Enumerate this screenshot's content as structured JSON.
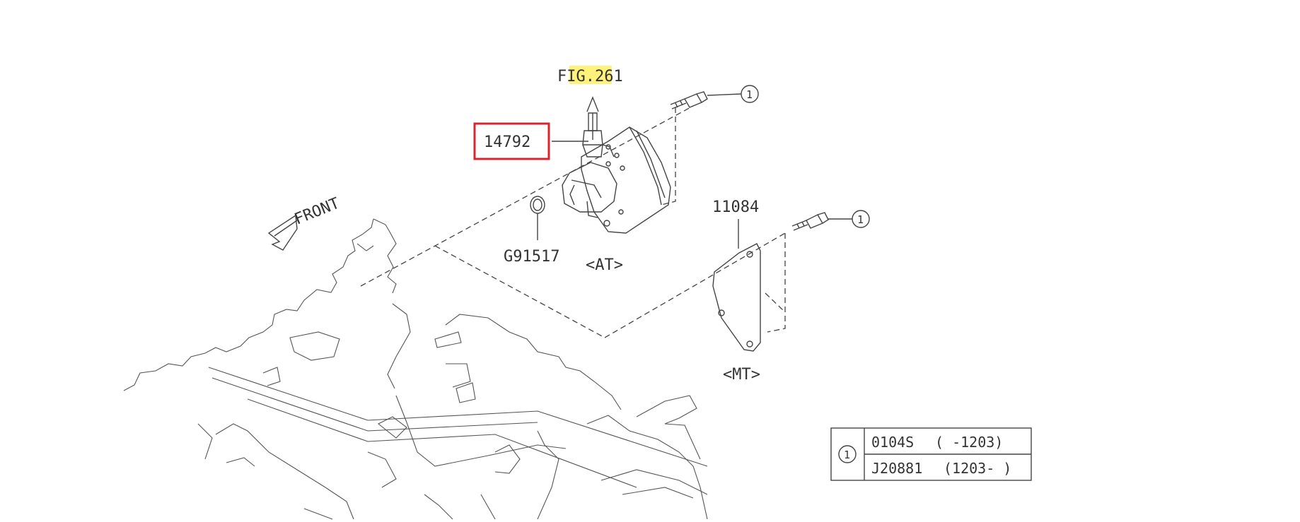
{
  "figure_ref": {
    "prefix": "F",
    "highlighted": "IG.26",
    "suffix": "1"
  },
  "parts": {
    "vacuum_pump": "14792",
    "gasket": "G91517",
    "cover_plate": "11084"
  },
  "variants": {
    "at": "<AT>",
    "mt": "<MT>"
  },
  "front_label": "FRONT",
  "callout": "1",
  "legend": {
    "symbol": "1",
    "rows": [
      {
        "code": "0104S",
        "range": "( -1203)"
      },
      {
        "code": "J20881",
        "range": "(1203- )"
      }
    ]
  },
  "colors": {
    "selection": "#d9232d",
    "highlight": "#fff27a",
    "ink": "#444444"
  }
}
